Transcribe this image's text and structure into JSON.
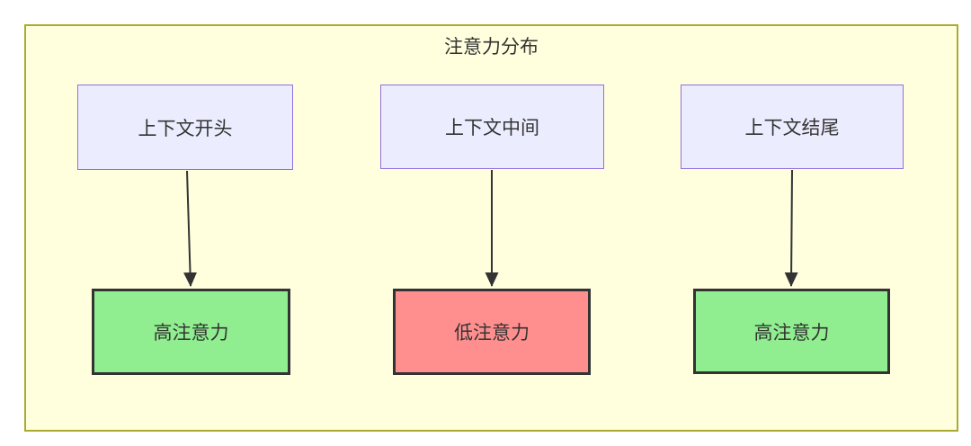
{
  "diagram": {
    "title": "注意力分布",
    "nodes": [
      {
        "id": "context-start",
        "label": "上下文开头",
        "type": "context"
      },
      {
        "id": "context-middle",
        "label": "上下文中间",
        "type": "context"
      },
      {
        "id": "context-end",
        "label": "上下文结尾",
        "type": "context"
      },
      {
        "id": "attn-start",
        "label": "高注意力",
        "type": "high-attention"
      },
      {
        "id": "attn-middle",
        "label": "低注意力",
        "type": "low-attention"
      },
      {
        "id": "attn-end",
        "label": "高注意力",
        "type": "high-attention"
      }
    ],
    "edges": [
      {
        "from": "context-start",
        "to": "attn-start"
      },
      {
        "from": "context-middle",
        "to": "attn-middle"
      },
      {
        "from": "context-end",
        "to": "attn-end"
      }
    ],
    "colors": {
      "page_bg": "#ffffff",
      "cluster_bg": "#ffffde",
      "cluster_border": "#aaaa33",
      "context_node_bg": "#ECECFF",
      "context_node_border": "#9370DB",
      "high_attention_bg": "#90EE90",
      "low_attention_bg": "#ff8f8f",
      "attention_node_border": "#333333",
      "edge_color": "#333333",
      "text_color": "#333333"
    }
  }
}
